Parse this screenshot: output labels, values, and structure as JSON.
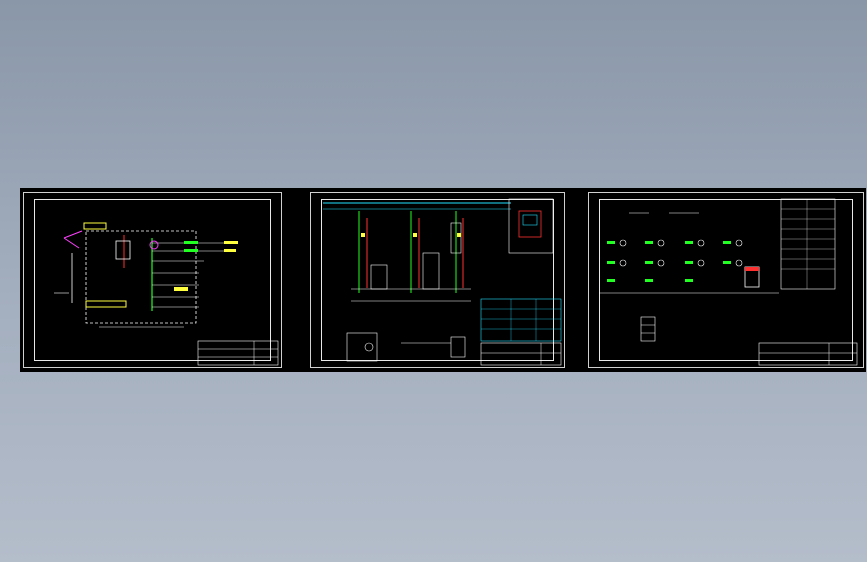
{
  "viewer": {
    "background_top": "#8a97a8",
    "background_bottom": "#b4bdca",
    "canvas_color": "#000000"
  },
  "drawing": {
    "sheets": [
      {
        "id": "sheet-1",
        "kind": "single-line-diagram"
      },
      {
        "id": "sheet-2",
        "kind": "control-circuit-schematic"
      },
      {
        "id": "sheet-3",
        "kind": "wiring-terminal-diagram"
      }
    ],
    "line_colors": {
      "white": "#ffffff",
      "green": "#22ff22",
      "cyan": "#22e0ff",
      "red": "#ff3030",
      "yellow": "#ffff40",
      "magenta": "#ff40ff"
    }
  }
}
